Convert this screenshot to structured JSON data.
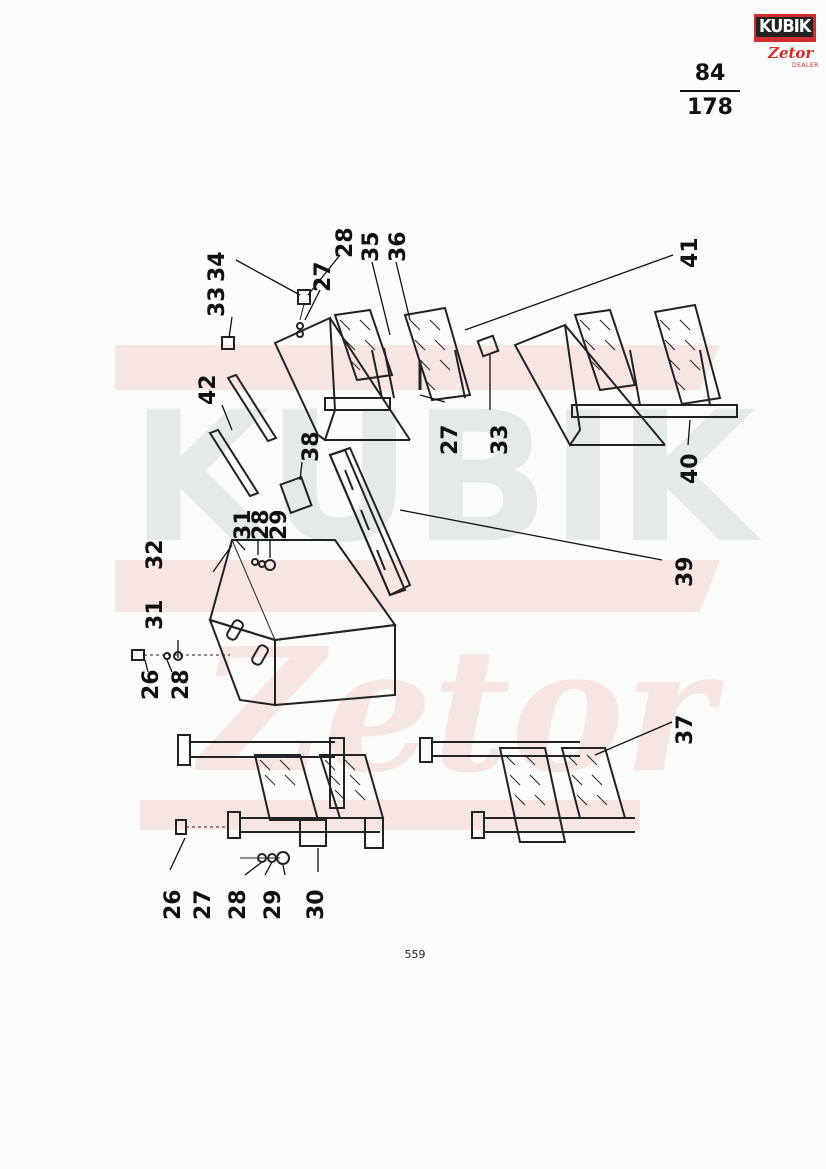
{
  "logo": {
    "brand": "KUBIK",
    "sub": "Zetor",
    "tagline": "DEALER"
  },
  "page_number": {
    "top": "84",
    "bottom": "178"
  },
  "footer_page": "559",
  "watermark": {
    "brand": "KUBIK",
    "sub": "Zetor"
  },
  "callouts": {
    "c26a": "26",
    "c27a": "27",
    "c28a": "28",
    "c29a": "29",
    "c30": "30",
    "c26b": "26",
    "c28b": "28",
    "c31a": "31",
    "c32": "32",
    "c31b": "31",
    "c28c": "28",
    "c29b": "29",
    "c42": "42",
    "c38": "38",
    "c39": "39",
    "c33a": "33",
    "c34": "34",
    "c27b": "27",
    "c28d": "28",
    "c35": "35",
    "c36": "36",
    "c27c": "27",
    "c33b": "33",
    "c41": "41",
    "c40": "40",
    "c37": "37"
  }
}
